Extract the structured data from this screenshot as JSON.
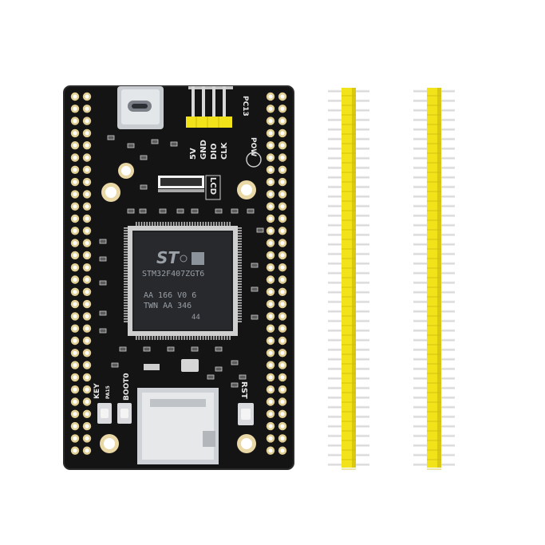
{
  "photo": {
    "subject": "STM32F407ZGT6 development board with two pin header strips",
    "background_color": "#ffffff",
    "board_color": "#141414",
    "header_color": "#f2e21a"
  },
  "board": {
    "mcu_label": "STM32F407ZGT6",
    "mcu_line2": "AA 166 V0 6",
    "mcu_line3": "TWN AA 346",
    "mcu_line4": "44",
    "brand_mark": "ST",
    "swd_labels": [
      "5V",
      "GND",
      "DIO",
      "CLK"
    ],
    "pc13_label": "PC13",
    "pow_label": "POW",
    "lcd_label": "LCD",
    "key_label": "KEY",
    "key_pin_label": "PA15",
    "boot_label": "BOOT0",
    "rst_label": "RST"
  },
  "headers": {
    "strip_count": 2,
    "pins_per_strip": 40
  }
}
